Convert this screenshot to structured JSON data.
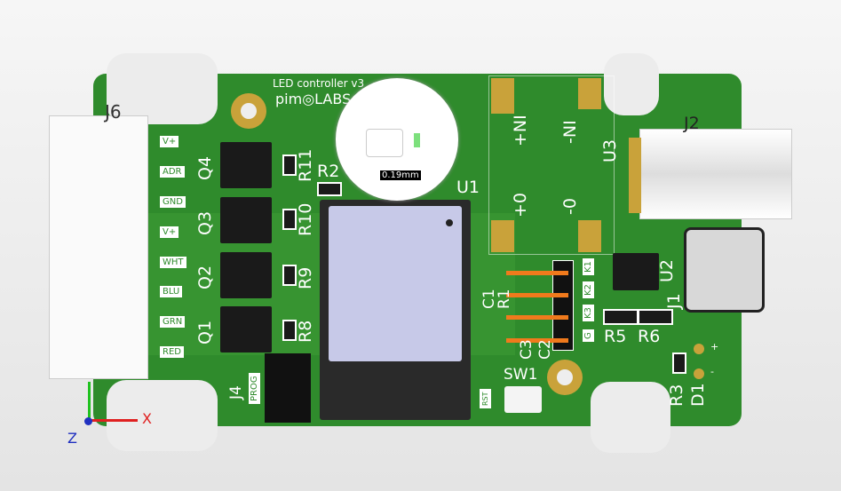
{
  "board": {
    "title": "LED controller v3",
    "logo": "pim◎LABS",
    "measure": "0.19mm"
  },
  "colors": {
    "pcb": "#2f8b2c",
    "silkscreen": "#ffffff",
    "gold": "#c9a23a",
    "header_pins": "#f07a1c"
  },
  "j6": {
    "ref": "J6",
    "pins": [
      "V+",
      "ADR",
      "GND",
      "V+",
      "WHT",
      "BLU",
      "GRN",
      "RED"
    ]
  },
  "mosfets": [
    "Q4",
    "Q3",
    "Q2",
    "Q1"
  ],
  "resistors_q": [
    "R11",
    "R10",
    "R9",
    "R8"
  ],
  "refs": {
    "r2": "R2",
    "u1": "U1",
    "u3": "U3",
    "j2": "J2",
    "u2": "U2",
    "j1": "J1",
    "r5": "R5",
    "r6": "R6",
    "r3": "R3",
    "d1": "D1",
    "c1": "C1",
    "r1": "R1",
    "c3": "C3",
    "c2": "C2",
    "sw1": "SW1",
    "rst": "RST",
    "j4": "J4",
    "prog": "PROG"
  },
  "pads": {
    "in_pos": "+NI",
    "in_neg": "-NI",
    "out_pos": "+0",
    "out_neg": "-0"
  },
  "header": [
    "K1",
    "K2",
    "K3",
    "G"
  ],
  "d1_polarity": [
    "+",
    "-"
  ],
  "axes": {
    "x": "X",
    "z": "Z"
  }
}
